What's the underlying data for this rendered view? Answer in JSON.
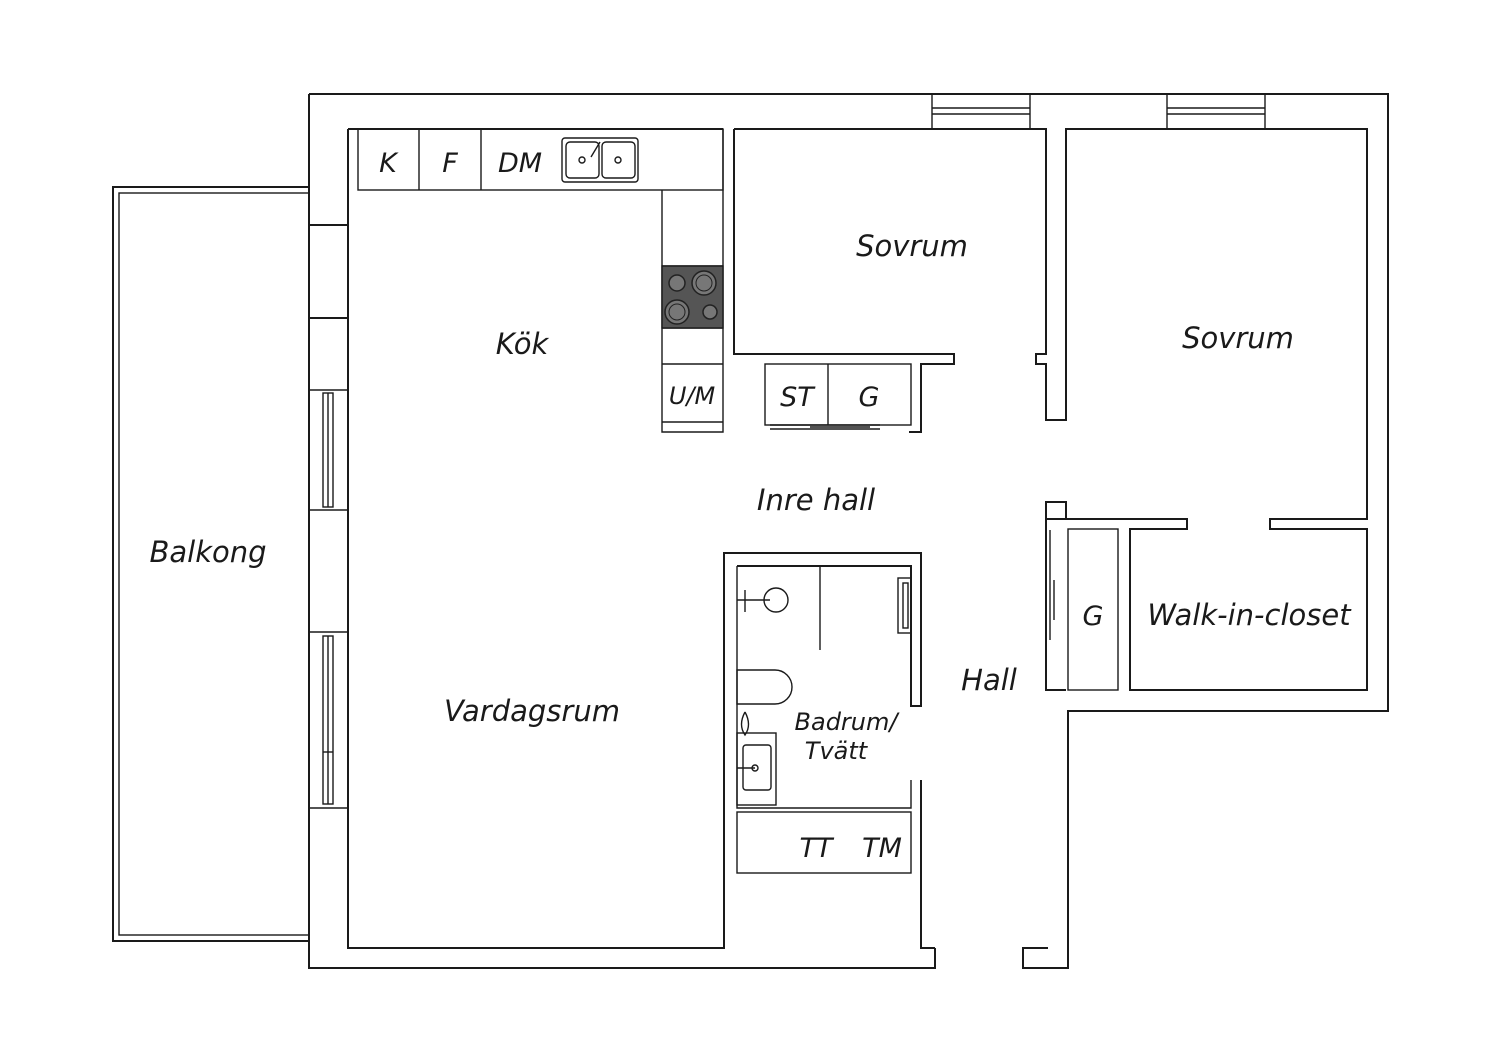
{
  "rooms": {
    "balcony": "Balkong",
    "kitchen": "Kök",
    "living_room": "Vardagsrum",
    "inner_hall": "Inre hall",
    "bedroom_1": "Sovrum",
    "bedroom_2": "Sovrum",
    "bathroom_line1": "Badrum/",
    "bathroom_line2": "Tvätt",
    "hall": "Hall",
    "walk_in_closet": "Walk-in-closet"
  },
  "fixtures": {
    "fridge_freezer": "K",
    "freezer": "F",
    "dishwasher": "DM",
    "oven_microwave": "U/M",
    "storage_cabinet": "ST",
    "wardrobe_hall": "G",
    "wardrobe_closet": "G",
    "tumble_dryer": "TT",
    "washing_machine": "TM"
  },
  "colors": {
    "line": "#1a1a1a",
    "background": "#ffffff",
    "stove": "#555555"
  }
}
